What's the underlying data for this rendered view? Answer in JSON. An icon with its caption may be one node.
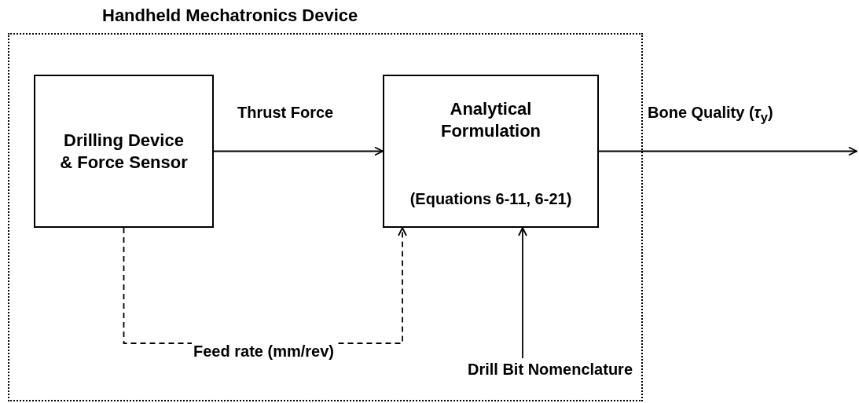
{
  "diagram": {
    "nodes": [
      {
        "text": [
          "Handheld Mechatronics Device"
        ]
      },
      {
        "text": [
          "Drilling Device & Force Sensor"
        ],
        "in": 0
      },
      {
        "text": [
          "Analytical Formulation",
          "(Equations 6-11, 6-21)"
        ],
        "in": 0
      },
      {
        "text": [
          "Drill Bit Nomenclature"
        ],
        "in": 0
      }
    ],
    "edges": [
      {
        "from": 1,
        "to": 2,
        "arrow": "to",
        "label": "Thrust Force"
      },
      {
        "from": 1,
        "to": 2,
        "arrow": "to",
        "style": "dashed",
        "label": "Feed rate (mm/rev)"
      },
      {
        "from": 3,
        "to": 2,
        "arrow": "to"
      },
      {
        "from": 2,
        "to": null,
        "arrow": "to",
        "label": "Bone Quality (*τ*$_{y}$)"
      }
    ]
  }
}
